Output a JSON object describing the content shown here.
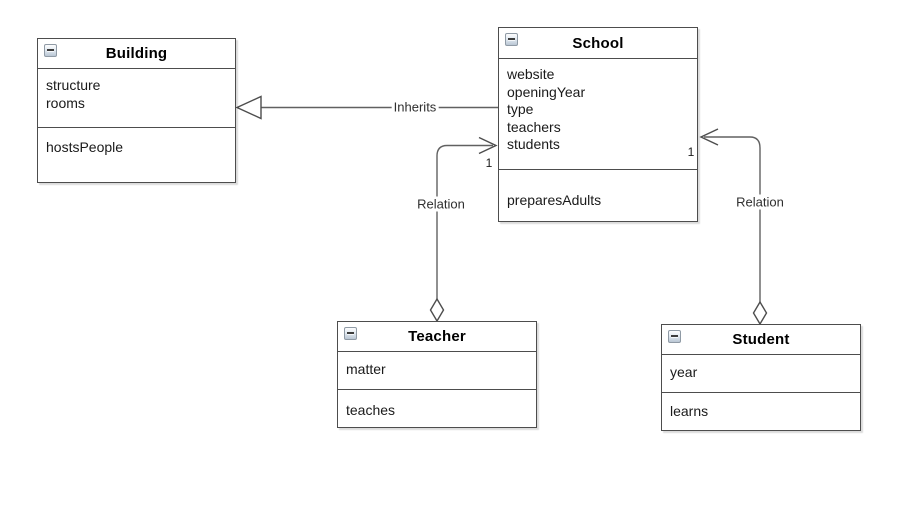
{
  "diagram": {
    "type": "uml-class-diagram",
    "classes": [
      {
        "title": "Building",
        "attributes": [
          "structure",
          "rooms"
        ],
        "methods": [
          "hostsPeople"
        ]
      },
      {
        "title": "School",
        "attributes": [
          "website",
          "openingYear",
          "type",
          "teachers",
          "students"
        ],
        "methods": [
          "preparesAdults"
        ]
      },
      {
        "title": "Teacher",
        "attributes": [
          "matter"
        ],
        "methods": [
          "teaches"
        ]
      },
      {
        "title": "Student",
        "attributes": [
          "year"
        ],
        "methods": [
          "learns"
        ]
      }
    ],
    "connectors": [
      {
        "type": "generalization",
        "label": "Inherits",
        "from": "School",
        "to": "Building"
      },
      {
        "type": "aggregation",
        "label": "Relation",
        "from": "Teacher",
        "to": "School",
        "target_multiplicity": "1"
      },
      {
        "type": "aggregation",
        "label": "Relation",
        "from": "Student",
        "to": "School",
        "target_multiplicity": "1"
      }
    ],
    "colors": {
      "box_border": "#4d4d4d",
      "edge_line": "#616161",
      "text": "#1a1a1a",
      "background": "#ffffff"
    }
  },
  "icons": {
    "collapse": "−"
  }
}
